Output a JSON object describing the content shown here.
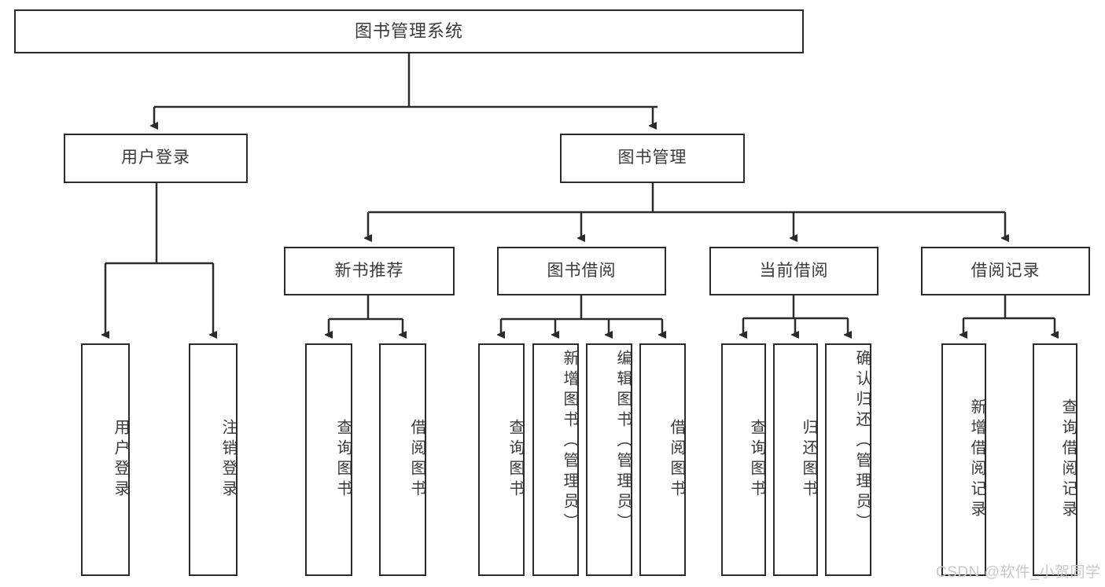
{
  "diagram": {
    "title": "图书管理系统",
    "type": "tree-hierarchy-chart",
    "stroke_color": "#2b2b2b",
    "text_color": "#3a3a3a",
    "background_color": "#ffffff",
    "nodes": {
      "root": {
        "label": "图书管理系统",
        "level": 1
      },
      "user_login": {
        "label": "用户登录",
        "level": 2
      },
      "book_manage": {
        "label": "图书管理",
        "level": 2
      },
      "new_book_rec": {
        "label": "新书推荐",
        "level": 3
      },
      "book_borrow": {
        "label": "图书借阅",
        "level": 3
      },
      "current_borrow": {
        "label": "当前借阅",
        "level": 3
      },
      "borrow_record": {
        "label": "借阅记录",
        "level": 3
      },
      "leaf_user_login": {
        "label": "用户登录",
        "level": 4
      },
      "leaf_logout": {
        "label": "注销登录",
        "level": 4
      },
      "leaf_query_book_1": {
        "label": "查询图书",
        "level": 4
      },
      "leaf_borrow_book_1": {
        "label": "借阅图书",
        "level": 4
      },
      "leaf_query_book_2": {
        "label": "查询图书",
        "level": 4
      },
      "leaf_add_book": {
        "label": "新增图书（管理员）",
        "level": 4
      },
      "leaf_edit_book": {
        "label": "编辑图书（管理员）",
        "level": 4
      },
      "leaf_borrow_book_2": {
        "label": "借阅图书",
        "level": 4
      },
      "leaf_query_book_3": {
        "label": "查询图书",
        "level": 4
      },
      "leaf_return_book": {
        "label": "归还图书",
        "level": 4
      },
      "leaf_confirm_return": {
        "label": "确认归还（管理员）",
        "level": 4
      },
      "leaf_add_record": {
        "label": "新增借阅记录",
        "level": 4
      },
      "leaf_query_record": {
        "label": "查询借阅记录",
        "level": 4
      }
    },
    "edges": [
      {
        "from": "root",
        "to": "user_login"
      },
      {
        "from": "root",
        "to": "book_manage"
      },
      {
        "from": "user_login",
        "to": "leaf_user_login"
      },
      {
        "from": "user_login",
        "to": "leaf_logout"
      },
      {
        "from": "book_manage",
        "to": "new_book_rec"
      },
      {
        "from": "book_manage",
        "to": "book_borrow"
      },
      {
        "from": "book_manage",
        "to": "current_borrow"
      },
      {
        "from": "book_manage",
        "to": "borrow_record"
      },
      {
        "from": "new_book_rec",
        "to": "leaf_query_book_1"
      },
      {
        "from": "new_book_rec",
        "to": "leaf_borrow_book_1"
      },
      {
        "from": "book_borrow",
        "to": "leaf_query_book_2"
      },
      {
        "from": "book_borrow",
        "to": "leaf_add_book"
      },
      {
        "from": "book_borrow",
        "to": "leaf_edit_book"
      },
      {
        "from": "book_borrow",
        "to": "leaf_borrow_book_2"
      },
      {
        "from": "current_borrow",
        "to": "leaf_query_book_3"
      },
      {
        "from": "current_borrow",
        "to": "leaf_return_book"
      },
      {
        "from": "current_borrow",
        "to": "leaf_confirm_return"
      },
      {
        "from": "borrow_record",
        "to": "leaf_add_record"
      },
      {
        "from": "borrow_record",
        "to": "leaf_query_record"
      }
    ]
  },
  "watermark": {
    "text": "CSDN @软件_小贺同学"
  }
}
